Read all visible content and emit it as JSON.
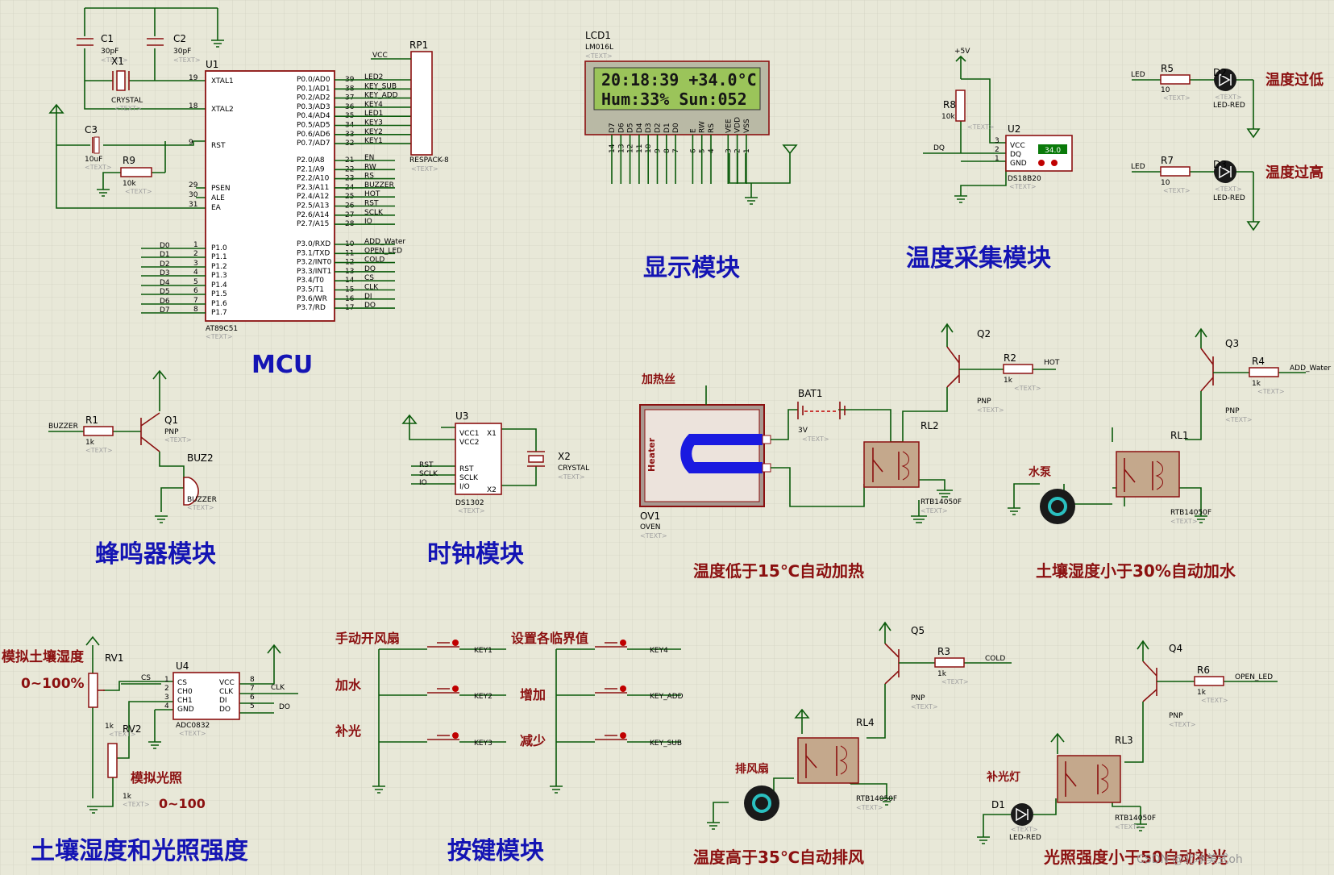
{
  "blocks": {
    "mcu": "MCU",
    "display": "显示模块",
    "temp": "温度采集模块",
    "buzzer": "蜂鸣器模块",
    "clock": "时钟模块",
    "heat": "温度低于15℃自动加热",
    "water": "土壤湿度小于30%自动加水",
    "soil": "土壤湿度和光照强度",
    "keys": "按键模块",
    "fan": "温度高于35℃自动排风",
    "light": "光照强度小于50自动补光"
  },
  "notes": {
    "soil_sim": "模拟土壤湿度",
    "soil_range": "0~100%",
    "light_sim": "模拟光照",
    "light_range": "0~100",
    "heater_wire": "加热丝",
    "pump": "水泵",
    "fan_name": "排风扇",
    "fill_light": "补光灯",
    "temp_low": "温度过低",
    "temp_high": "温度过高",
    "key1": "手动开风扇",
    "key2": "加水",
    "key3": "补光",
    "key4": "设置各临界值",
    "key_add": "增加",
    "key_sub": "减少",
    "watermark": "CSDN @北冰美式oh"
  },
  "lcd": {
    "ref": "LCD1",
    "model": "LM016L",
    "line1": "20:18:39  +34.0°C",
    "line2": "Hum:33%  Sun:052",
    "pins": [
      "D7",
      "D6",
      "D5",
      "D4",
      "D3",
      "D2",
      "D1",
      "D0",
      "E",
      "RW",
      "RS",
      "VEE",
      "VDD",
      "VSS"
    ],
    "pin_nums": [
      "14",
      "13",
      "12",
      "11",
      "10",
      "9",
      "8",
      "7",
      "6",
      "5",
      "4",
      "3",
      "2",
      "1"
    ]
  },
  "mcu": {
    "ref": "U1",
    "part": "AT89C51",
    "left_pins": [
      {
        "n": "19",
        "name": "XTAL1"
      },
      {
        "n": "18",
        "name": "XTAL2"
      },
      {
        "n": "9",
        "name": "RST"
      },
      {
        "n": "29",
        "name": "PSEN"
      },
      {
        "n": "30",
        "name": "ALE"
      },
      {
        "n": "31",
        "name": "EA"
      },
      {
        "n": "1",
        "name": "P1.0"
      },
      {
        "n": "2",
        "name": "P1.1"
      },
      {
        "n": "3",
        "name": "P1.2"
      },
      {
        "n": "4",
        "name": "P1.3"
      },
      {
        "n": "5",
        "name": "P1.4"
      },
      {
        "n": "6",
        "name": "P1.5"
      },
      {
        "n": "7",
        "name": "P1.6"
      },
      {
        "n": "8",
        "name": "P1.7"
      }
    ],
    "p1_nets": [
      "D0",
      "D1",
      "D2",
      "D3",
      "D4",
      "D5",
      "D6",
      "D7"
    ],
    "p0": [
      {
        "n": "39",
        "name": "P0.0/AD0",
        "net": "LED2"
      },
      {
        "n": "38",
        "name": "P0.1/AD1",
        "net": "KEY_SUB"
      },
      {
        "n": "37",
        "name": "P0.2/AD2",
        "net": "KEY_ADD"
      },
      {
        "n": "36",
        "name": "P0.3/AD3",
        "net": "KEY4"
      },
      {
        "n": "35",
        "name": "P0.4/AD4",
        "net": "LED1"
      },
      {
        "n": "34",
        "name": "P0.5/AD5",
        "net": "KEY3"
      },
      {
        "n": "33",
        "name": "P0.6/AD6",
        "net": "KEY2"
      },
      {
        "n": "32",
        "name": "P0.7/AD7",
        "net": "KEY1"
      }
    ],
    "p2": [
      {
        "n": "21",
        "name": "P2.0/A8",
        "net": "EN"
      },
      {
        "n": "22",
        "name": "P2.1/A9",
        "net": "RW"
      },
      {
        "n": "23",
        "name": "P2.2/A10",
        "net": "RS"
      },
      {
        "n": "24",
        "name": "P2.3/A11",
        "net": "BUZZER"
      },
      {
        "n": "25",
        "name": "P2.4/A12",
        "net": "HOT"
      },
      {
        "n": "26",
        "name": "P2.5/A13",
        "net": "RST"
      },
      {
        "n": "27",
        "name": "P2.6/A14",
        "net": "SCLK"
      },
      {
        "n": "28",
        "name": "P2.7/A15",
        "net": "IO"
      }
    ],
    "p3": [
      {
        "n": "10",
        "name": "P3.0/RXD",
        "net": "ADD_Water"
      },
      {
        "n": "11",
        "name": "P3.1/TXD",
        "net": "OPEN_LED"
      },
      {
        "n": "12",
        "name": "P3.2/INT0",
        "net": "COLD"
      },
      {
        "n": "13",
        "name": "P3.3/INT1",
        "net": "DQ"
      },
      {
        "n": "14",
        "name": "P3.4/T0",
        "net": "CS"
      },
      {
        "n": "15",
        "name": "P3.5/T1",
        "net": "CLK"
      },
      {
        "n": "16",
        "name": "P3.6/WR",
        "net": "DI"
      },
      {
        "n": "17",
        "name": "P3.7/RD",
        "net": "DO"
      }
    ]
  },
  "parts": {
    "c1": "C1",
    "c1v": "30pF",
    "c2": "C2",
    "c2v": "30pF",
    "x1": "X1",
    "x1t": "CRYSTAL",
    "c3": "C3",
    "c3v": "10uF",
    "r9": "R9",
    "r9v": "10k",
    "rp1": "RP1",
    "rp1t": "RESPACK-8",
    "vcc": "VCC",
    "r8": "R8",
    "r8v": "10k",
    "u2": "U2",
    "u2t": "DS18B20",
    "u2disp": "34.0",
    "u2pins": [
      "VCC",
      "DQ",
      "GND"
    ],
    "u2nums": [
      "3",
      "2",
      "1"
    ],
    "p5v": "+5V",
    "dq": "DQ",
    "r5": "R5",
    "r5v": "10",
    "d2": "D2",
    "d2t": "LED-RED",
    "r7": "R7",
    "r7v": "10",
    "d3": "D3",
    "d3t": "LED-RED",
    "led": "LED",
    "r1": "R1",
    "r1v": "1k",
    "q1": "Q1",
    "q1t": "PNP",
    "buz2": "BUZ2",
    "buz2t": "BUZZER",
    "buzzer": "BUZZER",
    "u3": "U3",
    "u3t": "DS1302",
    "x2": "X2",
    "x2t": "CRYSTAL",
    "u3pins": [
      "VCC1",
      "VCC2",
      "RST",
      "SCLK",
      "I/O",
      "X1",
      "X2"
    ],
    "u3nets": [
      "RST",
      "SCLK",
      "IO"
    ],
    "ov1": "OV1",
    "ov1t": "OVEN",
    "heater": "Heater",
    "bat1": "BAT1",
    "bat1v": "3V",
    "q2": "Q2",
    "q2t": "PNP",
    "r2": "R2",
    "r2v": "1k",
    "hot": "HOT",
    "rl2": "RL2",
    "rl2t": "RTB14050F",
    "q3": "Q3",
    "q3t": "PNP",
    "r4": "R4",
    "r4v": "1k",
    "addw": "ADD_Water",
    "rl1": "RL1",
    "rl1t": "RTB14050F",
    "rv1": "RV1",
    "rv1v": "1k",
    "rv2": "RV2",
    "rv2v": "1k",
    "u4": "U4",
    "u4t": "ADC0832",
    "u4left": [
      "CS",
      "CH0",
      "CH1",
      "GND"
    ],
    "u4right": [
      "VCC",
      "CLK",
      "DI",
      "DO"
    ],
    "u4nl": [
      "1",
      "2",
      "3",
      "4"
    ],
    "u4nr": [
      "8",
      "7",
      "6",
      "5"
    ],
    "cs": "CS",
    "clk": "CLK",
    "do": "DO",
    "key1": "KEY1",
    "key2": "KEY2",
    "key3": "KEY3",
    "key4": "KEY4",
    "keyadd": "KEY_ADD",
    "keysub": "KEY_SUB",
    "q5": "Q5",
    "q5t": "PNP",
    "r3": "R3",
    "r3v": "1k",
    "cold": "COLD",
    "rl4": "RL4",
    "rl4t": "RTB14050F",
    "q4": "Q4",
    "q4t": "PNP",
    "r6": "R6",
    "r6v": "1k",
    "openled": "OPEN_LED",
    "rl3": "RL3",
    "rl3t": "RTB14050F",
    "d1": "D1",
    "d1t": "LED-RED",
    "text": "<TEXT>"
  },
  "colors": {
    "background": "#e8e8d8",
    "grid": "#d2d2c2",
    "wire": "#0a5a0a",
    "body": "#8b1010",
    "title": "#1414b4",
    "lcd_screen": "#9bc45a"
  }
}
